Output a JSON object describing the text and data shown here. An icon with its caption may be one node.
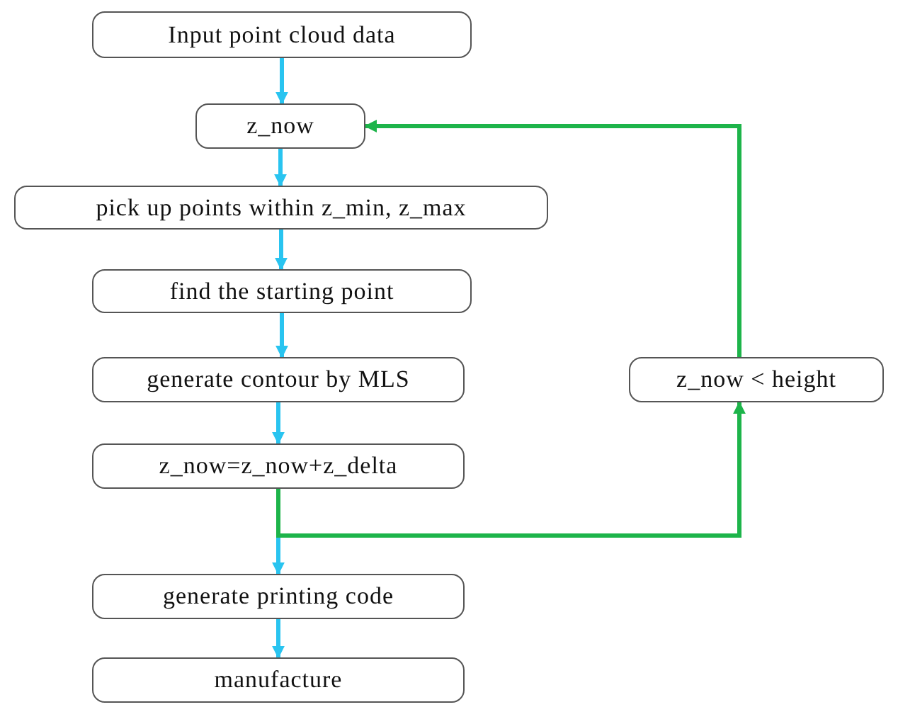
{
  "diagram": {
    "nodes": [
      {
        "text": [
          "Input point cloud data"
        ]
      },
      {
        "text": [
          "z_now"
        ]
      },
      {
        "text": [
          "pick up points within z_min, z_max"
        ]
      },
      {
        "text": [
          "find the starting point"
        ]
      },
      {
        "text": [
          "generate contour by MLS"
        ]
      },
      {
        "text": [
          "z_now=z_now+z_delta"
        ]
      },
      {
        "text": [
          "generate printing code"
        ]
      },
      {
        "text": [
          "manufacture"
        ]
      },
      {
        "text": [
          "z_now < height"
        ]
      }
    ],
    "edges": [
      {
        "from": 0,
        "to": 1,
        "arrow": "to"
      },
      {
        "from": 1,
        "to": 2,
        "arrow": "to"
      },
      {
        "from": 2,
        "to": 3,
        "arrow": "to"
      },
      {
        "from": 3,
        "to": 4,
        "arrow": "to"
      },
      {
        "from": 4,
        "to": 5,
        "arrow": "to"
      },
      {
        "from": 5,
        "to": 6,
        "arrow": "to"
      },
      {
        "from": 6,
        "to": 7,
        "arrow": "to"
      },
      {
        "from": 5,
        "to": 8,
        "arrow": "to",
        "color": "#1db44a"
      },
      {
        "from": 8,
        "to": 1,
        "arrow": "to",
        "color": "#1db44a"
      }
    ]
  }
}
